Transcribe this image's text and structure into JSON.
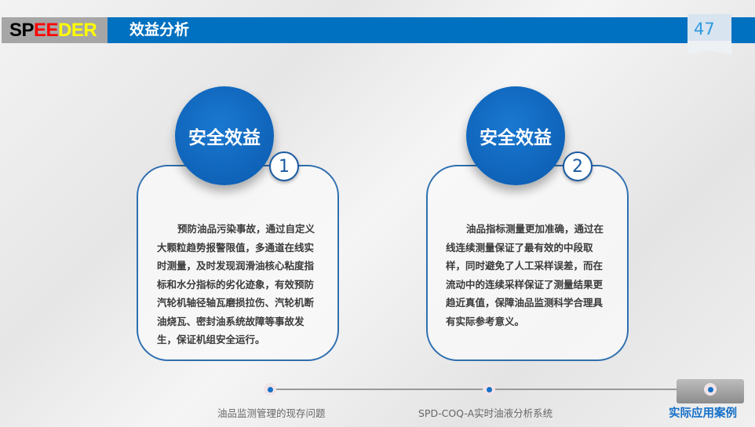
{
  "header": {
    "logo": [
      "SP",
      "EE",
      "DER"
    ],
    "logo_colors": [
      "#000000",
      "#ff0000",
      "#ffff00"
    ],
    "title": "效益分析",
    "page_number": "47"
  },
  "cards": [
    {
      "heading": "安全效益",
      "index": "1",
      "text": "预防油品污染事故，通过自定义大颗粒趋势报警限值，多通道在线实时测量，及时发现润滑油核心粘度指标和水分指标的劣化迹象，有效预防汽轮机轴径轴瓦磨损拉伤、汽轮机断油烧瓦、密封油系统故障等事故发生，保证机组安全运行。"
    },
    {
      "heading": "安全效益",
      "index": "2",
      "text": "油品指标测量更加准确，通过在线连续测量保证了最有效的中段取样，同时避免了人工采样误差，而在流动中的连续采样保证了测量结果更趋近真值，保障油品监测科学合理具有实际参考意义。"
    }
  ],
  "timeline": {
    "steps": [
      "油品监测管理的现存问题",
      "SPD-COQ-A实时油液分析系统",
      "实际应用案例"
    ],
    "active": 2
  }
}
